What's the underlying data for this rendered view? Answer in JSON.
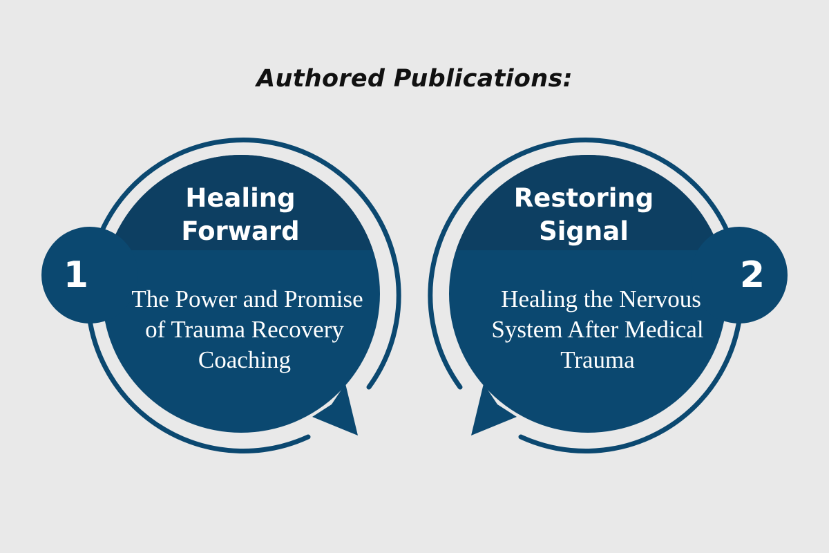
{
  "page": {
    "title": "Authored Publications:",
    "background_color": "#e9e9e9",
    "accent_color": "#0b4870",
    "accent_dark_color": "#0d3f62"
  },
  "publications": [
    {
      "number": "1",
      "title_line1": "Healing",
      "title_line2": "Forward",
      "subtitle_line1": "The Power and Promise",
      "subtitle_line2": "of Trauma Recovery",
      "subtitle_line3": "Coaching",
      "icon": "speech-bubble-icon"
    },
    {
      "number": "2",
      "title_line1": "Restoring",
      "title_line2": "Signal",
      "subtitle_line1": "Healing the Nervous",
      "subtitle_line2": "System After Medical",
      "subtitle_line3": "Trauma",
      "icon": "speech-bubble-icon"
    }
  ]
}
